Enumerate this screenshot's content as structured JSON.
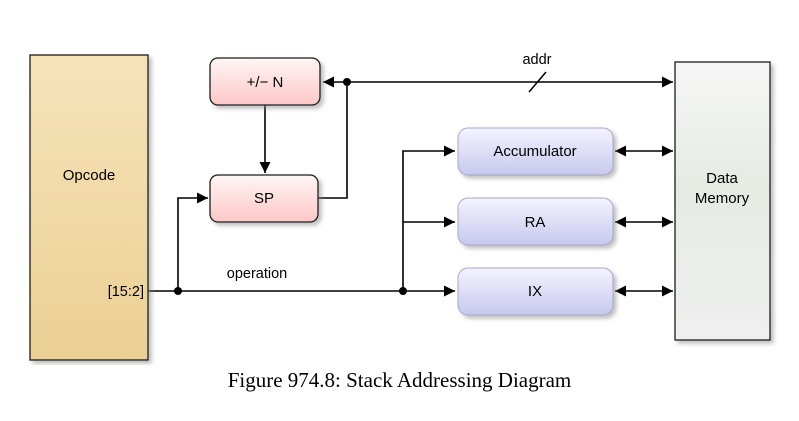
{
  "figure": {
    "caption": "Figure 974.8: Stack Addressing Diagram"
  },
  "blocks": {
    "opcode": {
      "label": "Opcode",
      "bit_range": "[15:2]"
    },
    "adder": {
      "label": "+/− N"
    },
    "sp": {
      "label": "SP"
    },
    "accumulator": {
      "label": "Accumulator"
    },
    "ra": {
      "label": "RA"
    },
    "ix": {
      "label": "IX"
    },
    "data_memory": {
      "line1": "Data",
      "line2": "Memory"
    }
  },
  "wires": {
    "addr_label": "addr",
    "operation_label": "operation"
  },
  "colors": {
    "opcode_fill_top": "#f6e3b9",
    "opcode_fill_bottom": "#ebd094",
    "pink_fill_top": "#fff6f6",
    "pink_fill_bottom": "#fdc6c6",
    "lavender_fill_top": "#f3f3ff",
    "lavender_fill_bottom": "#c8c8ee",
    "memory_fill_top": "#f6f6f6",
    "memory_fill_mid": "#e5ebe3",
    "memory_fill_bottom": "#efefef",
    "line": "#000000"
  }
}
